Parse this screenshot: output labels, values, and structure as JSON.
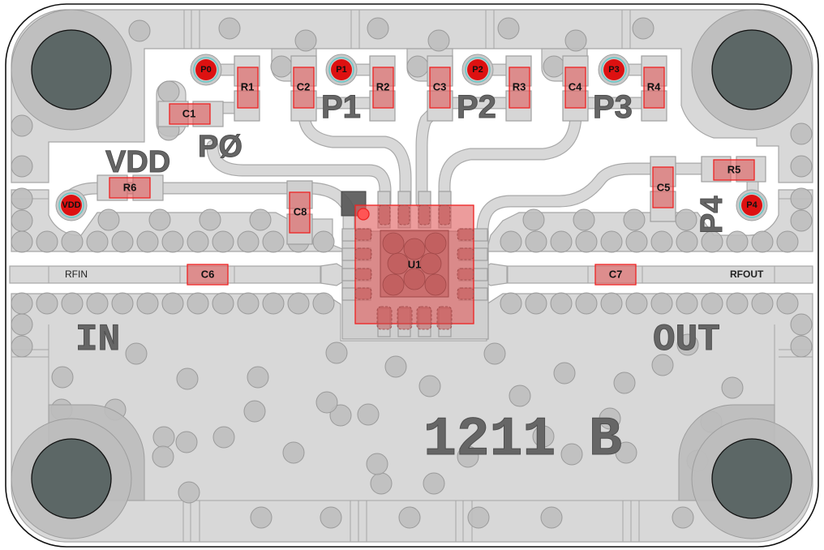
{
  "board": {
    "title": "1211 B",
    "colors": {
      "copper": "#d8d8d8",
      "copper_edge": "#a6a6a6",
      "via": "#bdbdbd",
      "component": "#e06060",
      "component_outline": "#ee2222",
      "mounting_hole": "#5c6766",
      "silkscreen": "#666666",
      "test_point": "#dd1111",
      "test_point_ring": "#66c8c8"
    }
  },
  "silkscreen": {
    "vdd": "VDD",
    "p0": "PØ",
    "p1": "P1",
    "p2": "P2",
    "p3": "P3",
    "p4": "P4",
    "in": "IN",
    "out": "OUT",
    "board_id": "1211 B"
  },
  "ports": {
    "rfin": "RFIN",
    "rfout": "RFOUT"
  },
  "test_points": [
    {
      "id": "p0",
      "label": "P0"
    },
    {
      "id": "p1",
      "label": "P1"
    },
    {
      "id": "p2",
      "label": "P2"
    },
    {
      "id": "p3",
      "label": "P3"
    },
    {
      "id": "p4",
      "label": "P4"
    },
    {
      "id": "vdd",
      "label": "VDD"
    }
  ],
  "components": {
    "resistors": [
      {
        "ref": "R1"
      },
      {
        "ref": "R2"
      },
      {
        "ref": "R3"
      },
      {
        "ref": "R4"
      },
      {
        "ref": "R5"
      },
      {
        "ref": "R6"
      }
    ],
    "capacitors": [
      {
        "ref": "C1"
      },
      {
        "ref": "C2"
      },
      {
        "ref": "C3"
      },
      {
        "ref": "C4"
      },
      {
        "ref": "C5"
      },
      {
        "ref": "C6"
      },
      {
        "ref": "C7"
      },
      {
        "ref": "C8"
      }
    ],
    "ic": {
      "ref": "U1"
    }
  }
}
